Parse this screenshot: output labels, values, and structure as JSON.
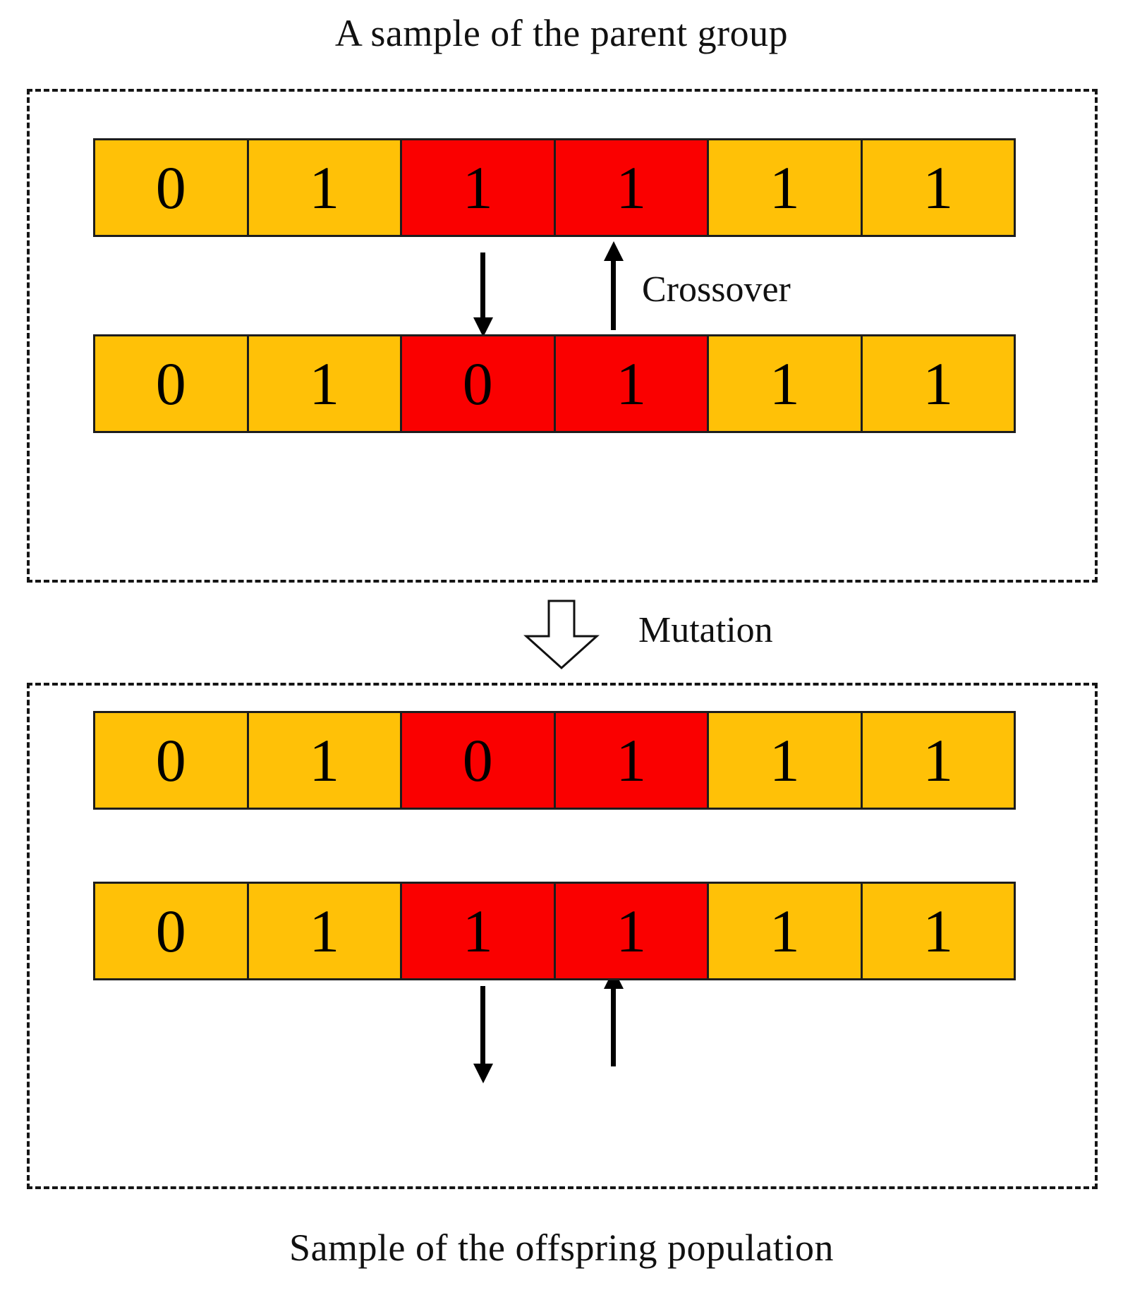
{
  "diagram": {
    "title_top": "A sample of the parent group",
    "title_bottom": "Sample of the offspring population",
    "labels": {
      "crossover": "Crossover",
      "mutation": "Mutation"
    },
    "colors": {
      "gene_default": "#FFC107",
      "gene_highlight": "#FA0000",
      "outline": "#1d1d1d",
      "box_border": "#151515",
      "text": "#111111"
    },
    "gene_count": 6,
    "highlight_indices": [
      2,
      3
    ],
    "chromosomes": [
      {
        "id": "parent-1",
        "group": "parent",
        "genes": [
          "0",
          "1",
          "1",
          "1",
          "1",
          "1"
        ]
      },
      {
        "id": "parent-2",
        "group": "parent",
        "genes": [
          "0",
          "1",
          "0",
          "1",
          "1",
          "1"
        ]
      },
      {
        "id": "offspring-1",
        "group": "offspring",
        "genes": [
          "0",
          "1",
          "0",
          "1",
          "1",
          "1"
        ]
      },
      {
        "id": "offspring-2",
        "group": "offspring",
        "genes": [
          "0",
          "1",
          "1",
          "1",
          "1",
          "1"
        ]
      }
    ],
    "arrows": {
      "crossover_down": "down-arrow",
      "crossover_up": "up-arrow",
      "mutation": "hollow-down-block-arrow",
      "offspring_down": "down-arrow",
      "offspring_up": "up-arrow"
    }
  }
}
